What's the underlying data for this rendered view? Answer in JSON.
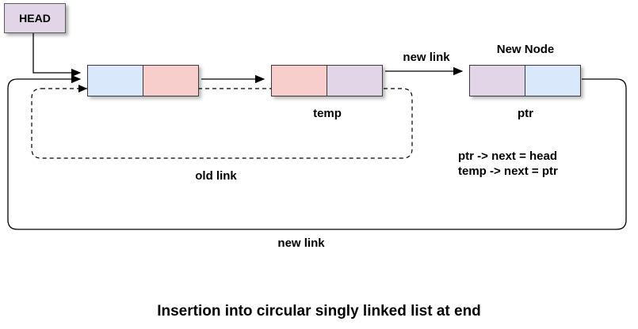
{
  "title": "Insertion into circular singly linked list at end",
  "head": {
    "label": "HEAD"
  },
  "nodes": {
    "temp_label": "temp",
    "new_node_label": "New Node",
    "ptr_label": "ptr"
  },
  "links": {
    "new_link_top": "new link",
    "old_link": "old link",
    "new_link_bottom": "new link"
  },
  "code": {
    "line1": "ptr -> next = head",
    "line2": "temp -> next = ptr"
  },
  "colors": {
    "cell_blue": "#dae8fc",
    "cell_pink": "#f8cecc",
    "cell_purple": "#e1d5e7",
    "head_fill": "#e1d5e7",
    "stroke": "#000000"
  }
}
